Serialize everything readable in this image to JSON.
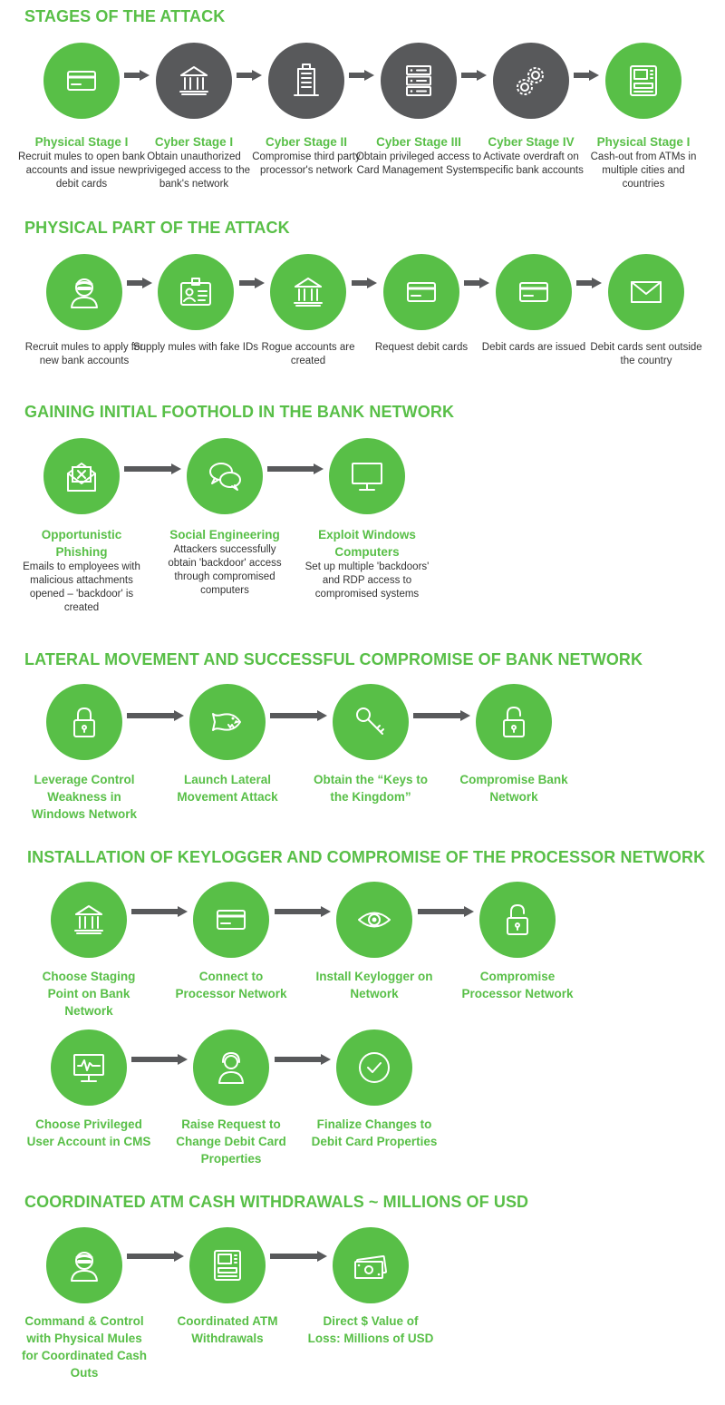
{
  "sections": [
    {
      "title": "STAGES OF THE ATTACK",
      "items": [
        {
          "icon": "credit-card-icon",
          "title": "Physical Stage I",
          "desc": "Recruit mules to open bank accounts and issue new debit cards"
        },
        {
          "icon": "bank-building-icon",
          "title": "Cyber Stage I",
          "desc": "Obtain unauthorized privigeged access to the bank's network"
        },
        {
          "icon": "office-building-icon",
          "title": "Cyber Stage II",
          "desc": "Compromise third party processor's network"
        },
        {
          "icon": "server-rack-icon",
          "title": "Cyber Stage III",
          "desc": "Obtain privileged access to Card Management System"
        },
        {
          "icon": "gears-icon",
          "title": "Cyber Stage IV",
          "desc": "Activate overdraft on specific bank accounts"
        },
        {
          "icon": "atm-machine-icon",
          "title": "Physical Stage I",
          "desc": "Cash-out from ATMs in multiple cities and countries"
        }
      ]
    },
    {
      "title": "PHYSICAL PART OF THE ATTACK",
      "items": [
        {
          "icon": "masked-person-icon",
          "title": "",
          "desc": "Recruit mules to apply for new bank accounts"
        },
        {
          "icon": "id-badge-icon",
          "title": "",
          "desc": "Supply mules with fake IDs"
        },
        {
          "icon": "bank-building-icon",
          "title": "",
          "desc": "Rogue accounts are created"
        },
        {
          "icon": "credit-card-icon",
          "title": "",
          "desc": "Request debit cards"
        },
        {
          "icon": "credit-card-icon",
          "title": "",
          "desc": "Debit cards are issued"
        },
        {
          "icon": "envelope-icon",
          "title": "",
          "desc": "Debit cards sent outside the country"
        }
      ]
    },
    {
      "title": "GAINING INITIAL FOOTHOLD IN THE BANK NETWORK",
      "items": [
        {
          "icon": "phishing-email-icon",
          "title": "Opportunistic Phishing",
          "desc": "Emails to employees with malicious attachments opened – 'backdoor' is created"
        },
        {
          "icon": "chat-bubbles-icon",
          "title": "Social Engineering",
          "desc": "Attackers successfully obtain 'backdoor' access through compromised computers"
        },
        {
          "icon": "monitor-icon",
          "title": "Exploit Windows Computers",
          "desc": "Set up multiple 'backdoors' and RDP access to compromised systems"
        }
      ]
    },
    {
      "title": "LATERAL MOVEMENT AND SUCCESSFUL COMPROMISE OF BANK NETWORK",
      "items": [
        {
          "icon": "lock-icon",
          "title": "Leverage Control Weakness in Windows Network",
          "desc": ""
        },
        {
          "icon": "piranha-fish-icon",
          "title": "Launch Lateral Movement Attack",
          "desc": ""
        },
        {
          "icon": "key-icon",
          "title": "Obtain the “Keys to the Kingdom”",
          "desc": ""
        },
        {
          "icon": "unlocked-padlock-icon",
          "title": "Compromise Bank Network",
          "desc": ""
        }
      ]
    },
    {
      "title": "INSTALLATION OF KEYLOGGER AND COMPROMISE OF THE PROCESSOR NETWORK",
      "items": [
        {
          "icon": "bank-building-icon",
          "title": "Choose Staging Point on Bank Network",
          "desc": ""
        },
        {
          "icon": "credit-card-icon",
          "title": "Connect to Processor Network",
          "desc": ""
        },
        {
          "icon": "eye-icon",
          "title": "Install Keylogger on Network",
          "desc": ""
        },
        {
          "icon": "unlocked-padlock-icon",
          "title": "Compromise Processor Network",
          "desc": ""
        },
        {
          "icon": "monitor-chart-icon",
          "title": "Choose Privileged User Account in CMS",
          "desc": ""
        },
        {
          "icon": "user-headset-icon",
          "title": "Raise Request to Change Debit Card Properties",
          "desc": ""
        },
        {
          "icon": "checkmark-circle-icon",
          "title": "Finalize Changes to Debit Card Properties",
          "desc": ""
        }
      ]
    },
    {
      "title": "COORDINATED ATM CASH WITHDRAWALS ~ MILLIONS OF USD",
      "items": [
        {
          "icon": "masked-person-icon",
          "title": "Command & Control with Physical Mules for Coordinated Cash Outs",
          "desc": ""
        },
        {
          "icon": "atm-machine-icon",
          "title": "Coordinated ATM Withdrawals",
          "desc": ""
        },
        {
          "icon": "cash-bills-icon",
          "title": "Direct $ Value of Loss: Millions of USD",
          "desc": ""
        }
      ]
    }
  ],
  "colors": {
    "accent": "#58bf47",
    "dark": "#58595b",
    "text": "#333333"
  }
}
